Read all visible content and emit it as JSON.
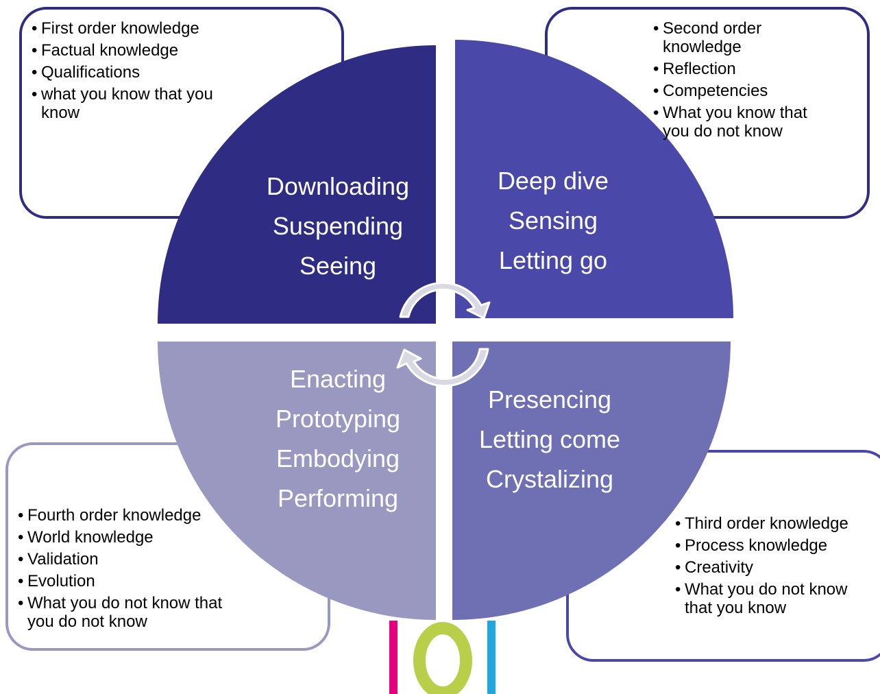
{
  "colors": {
    "q_top_left": "#2e2d83",
    "q_top_right": "#4a48a8",
    "q_bottom_right": "#6f6fb4",
    "q_bottom_left": "#9998c0",
    "box_border": "#2e2d83",
    "box_border_light": "#9998c0",
    "arrow_fill": "#d9d9e3",
    "logo_pink": "#e5007e",
    "logo_green": "#b9cf49",
    "logo_blue": "#1ea7e1"
  },
  "quadrants": {
    "top_left": {
      "lines": [
        "Downloading",
        "Suspending",
        "Seeing"
      ]
    },
    "top_right": {
      "lines": [
        "Deep dive",
        "Sensing",
        "Letting go"
      ]
    },
    "bottom_right": {
      "lines": [
        "Presencing",
        "Letting come",
        "Crystalizing"
      ]
    },
    "bottom_left": {
      "lines": [
        "Enacting",
        "Prototyping",
        "Embodying",
        "Performing"
      ]
    }
  },
  "boxes": {
    "top_left": {
      "items": [
        "First order knowledge",
        "Factual knowledge",
        "Qualifications",
        "what you know that you know"
      ]
    },
    "top_right": {
      "items": [
        "Second order knowledge",
        "Reflection",
        "Competencies",
        "What you know that you do not know"
      ]
    },
    "bottom_right": {
      "items": [
        "Third order knowledge",
        "Process knowledge",
        "Creativity",
        "What you do not know that you know"
      ]
    },
    "bottom_left": {
      "items": [
        "Fourth order knowledge",
        "World knowledge",
        "Validation",
        "Evolution",
        "What you do not know that you do not know"
      ]
    }
  },
  "icons": {
    "cycle_arrow_top": "curved-arrow-clockwise-icon",
    "cycle_arrow_bottom": "curved-arrow-counterclockwise-icon",
    "logo": "iol-logo"
  }
}
